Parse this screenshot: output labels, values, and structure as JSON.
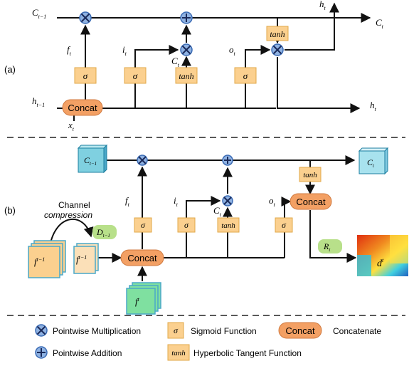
{
  "colors": {
    "gate_fill": "#fbd08f",
    "gate_stroke": "#e2a84a",
    "concat_fill": "#f3a064",
    "op_fill": "#8fb2e2",
    "op_stroke": "#3a6bb5",
    "cell_cube_fill": "#7fd0e0",
    "cell_cube_stroke": "#1e7fa0",
    "feature_green": "#7fe0a0",
    "rt_green": "#b8e08a",
    "line": "#111111",
    "dash": "#222222"
  },
  "panel_a": {
    "label": "(a)",
    "c_in": "C",
    "c_in_sub": "t−1",
    "c_out": "C",
    "c_out_sub": "t",
    "h_in": "h",
    "h_in_sub": "t−1",
    "h_out": "h",
    "h_out_sub": "t",
    "h_top": "h",
    "h_top_sub": "t",
    "x_in": "x",
    "x_in_sub": "t",
    "f_label": "f",
    "f_sub": "t",
    "i_label": "i",
    "i_sub": "t",
    "ctilde_label": "C",
    "ctilde_sub": "t",
    "o_label": "o",
    "o_sub": "t",
    "sigma": "σ",
    "tanh": "tanh",
    "concat": "Concat"
  },
  "panel_b": {
    "label": "(b)",
    "c_in": "C",
    "c_in_sub": "t−1",
    "c_out": "C",
    "c_out_sub": "t",
    "f_label": "f",
    "f_sub": "t",
    "i_label": "i",
    "i_sub": "t",
    "ctilde_label": "C",
    "ctilde_sub": "t",
    "o_label": "o",
    "o_sub": "t",
    "sigma": "σ",
    "tanh": "tanh",
    "concat_main": "Concat",
    "concat_out": "Concat",
    "channel": "Channel",
    "compression": "compression",
    "d_label": "D",
    "d_sub": "t−1",
    "f_prev_stack": "f",
    "f_prev_stack_sup": "t−1",
    "f_prev": "f",
    "f_prev_sup": "t−1",
    "f_cur": "f",
    "f_cur_sup": "t",
    "r_label": "R",
    "r_sub": "t",
    "d_out": "d",
    "d_out_sup": "t"
  },
  "legend": {
    "mult": "Pointwise Multiplication",
    "add": "Pointwise Addition",
    "sigma_symbol": "σ",
    "sigma_desc": "Sigmoid Function",
    "concat_symbol": "Concat",
    "concat_desc": "Concatenate",
    "tanh_symbol": "tanh",
    "tanh_desc": "Hyperbolic Tangent Function"
  }
}
